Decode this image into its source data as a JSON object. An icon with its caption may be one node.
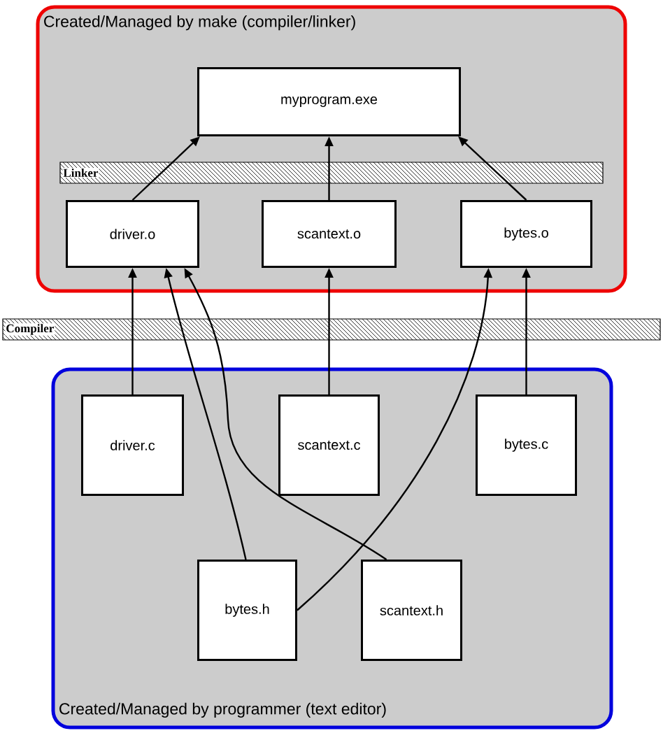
{
  "diagram": {
    "nodes": [
      {
        "text": [
          "Created/Managed by make (compiler/linker)"
        ]
      },
      {
        "text": [
          "myprogram.exe"
        ],
        "in": 0
      },
      {
        "text": [
          "driver.o"
        ],
        "in": 0
      },
      {
        "text": [
          "scantext.o"
        ],
        "in": 0
      },
      {
        "text": [
          "bytes.o"
        ],
        "in": 0
      },
      {
        "text": [
          "Created/Managed by programmer (text editor)"
        ]
      },
      {
        "text": [
          "driver.c"
        ],
        "in": 5
      },
      {
        "text": [
          "scantext.c"
        ],
        "in": 5
      },
      {
        "text": [
          "bytes.c"
        ],
        "in": 5
      },
      {
        "text": [
          "bytes.h"
        ],
        "in": 5
      },
      {
        "text": [
          "scantext.h"
        ],
        "in": 5
      }
    ],
    "edges": [
      {
        "from": 2,
        "to": 1,
        "arrow": "to"
      },
      {
        "from": 3,
        "to": 1,
        "arrow": "to"
      },
      {
        "from": 4,
        "to": 1,
        "arrow": "to"
      },
      {
        "from": 6,
        "to": 2,
        "arrow": "to"
      },
      {
        "from": 7,
        "to": 3,
        "arrow": "to"
      },
      {
        "from": 8,
        "to": 4,
        "arrow": "to"
      },
      {
        "from": 9,
        "to": 2,
        "arrow": "to"
      },
      {
        "from": 10,
        "to": 2,
        "arrow": "to"
      },
      {
        "from": 9,
        "to": 4,
        "arrow": "to"
      }
    ],
    "labels": [
      "Linker",
      "Compiler"
    ]
  }
}
